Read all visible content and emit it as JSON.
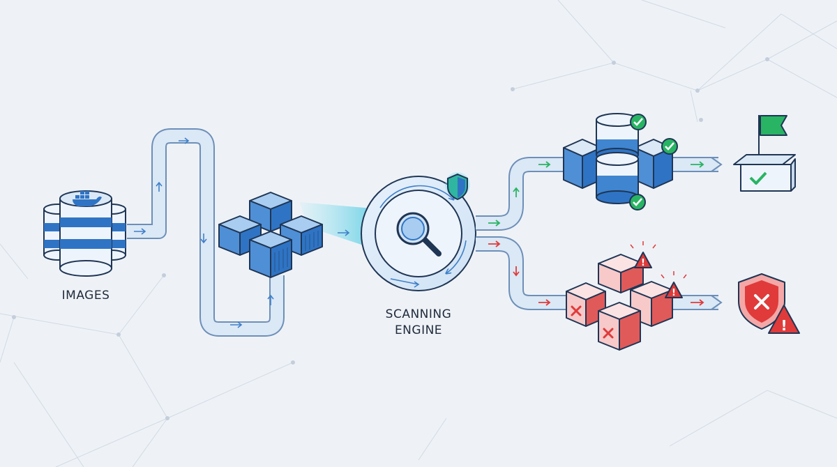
{
  "labels": {
    "images": "IMAGES",
    "engine_line1": "SCANNING",
    "engine_line2": "ENGINE"
  },
  "colors": {
    "background": "#eef2f7",
    "pipe_fill": "#dbe8f5",
    "pipe_stroke": "#6d8fb8",
    "blue": "#2f74c4",
    "blue_light": "#a9cdf0",
    "green": "#28b463",
    "red": "#e03a3a",
    "red_light": "#f7c9c9",
    "dark_outline": "#1f3554"
  },
  "icons": {
    "registry": "docker-database-icon",
    "containers": "container-cluster-icon",
    "engine": "magnifier-icon",
    "engine_badge": "shield-check-icon",
    "passed_group": "passed-containers-icon",
    "passed_target": "box-with-flag-icon",
    "failed_group": "vulnerable-containers-icon",
    "failed_target": "shield-x-warning-icon"
  }
}
